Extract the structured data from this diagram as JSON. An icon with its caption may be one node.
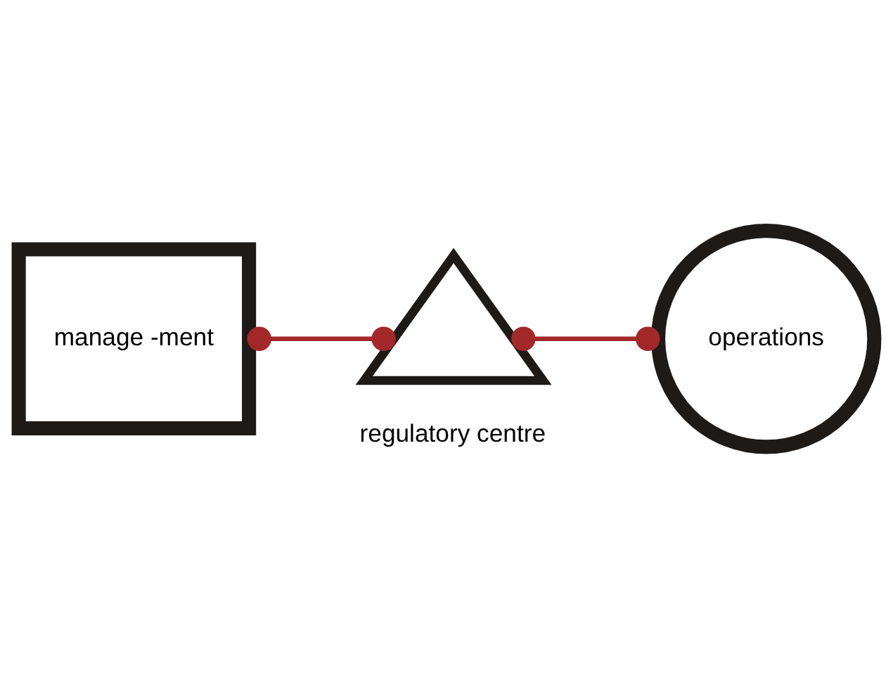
{
  "diagram": {
    "nodes": [
      {
        "text": [
          "manage -ment"
        ]
      },
      {
        "text": [
          "regulatory centre"
        ]
      },
      {
        "text": [
          "operations"
        ]
      }
    ],
    "edges": [
      {
        "from": 0,
        "to": 1,
        "arrow": "other"
      },
      {
        "from": 1,
        "to": 2,
        "arrow": "other"
      }
    ]
  }
}
